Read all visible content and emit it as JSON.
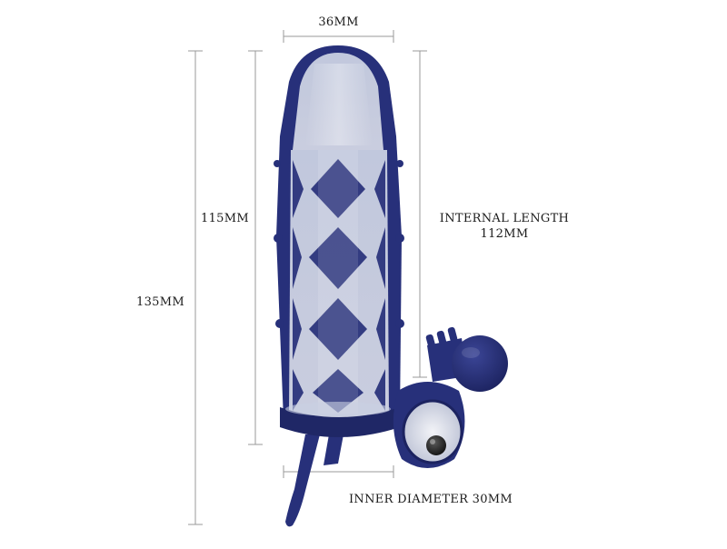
{
  "dimensions": {
    "width_label": "36MM",
    "shaft_height_label": "115MM",
    "total_height_label": "135MM",
    "internal_length_title": "INTERNAL LENGTH",
    "internal_length_value": "112MM",
    "inner_diameter_label": "INNER DIAMETER 30MM"
  },
  "colors": {
    "product_blue": "#27307a",
    "product_blue_dark": "#1c2360",
    "line_gray": "#9a9a9a",
    "text": "#1a1a1a"
  }
}
